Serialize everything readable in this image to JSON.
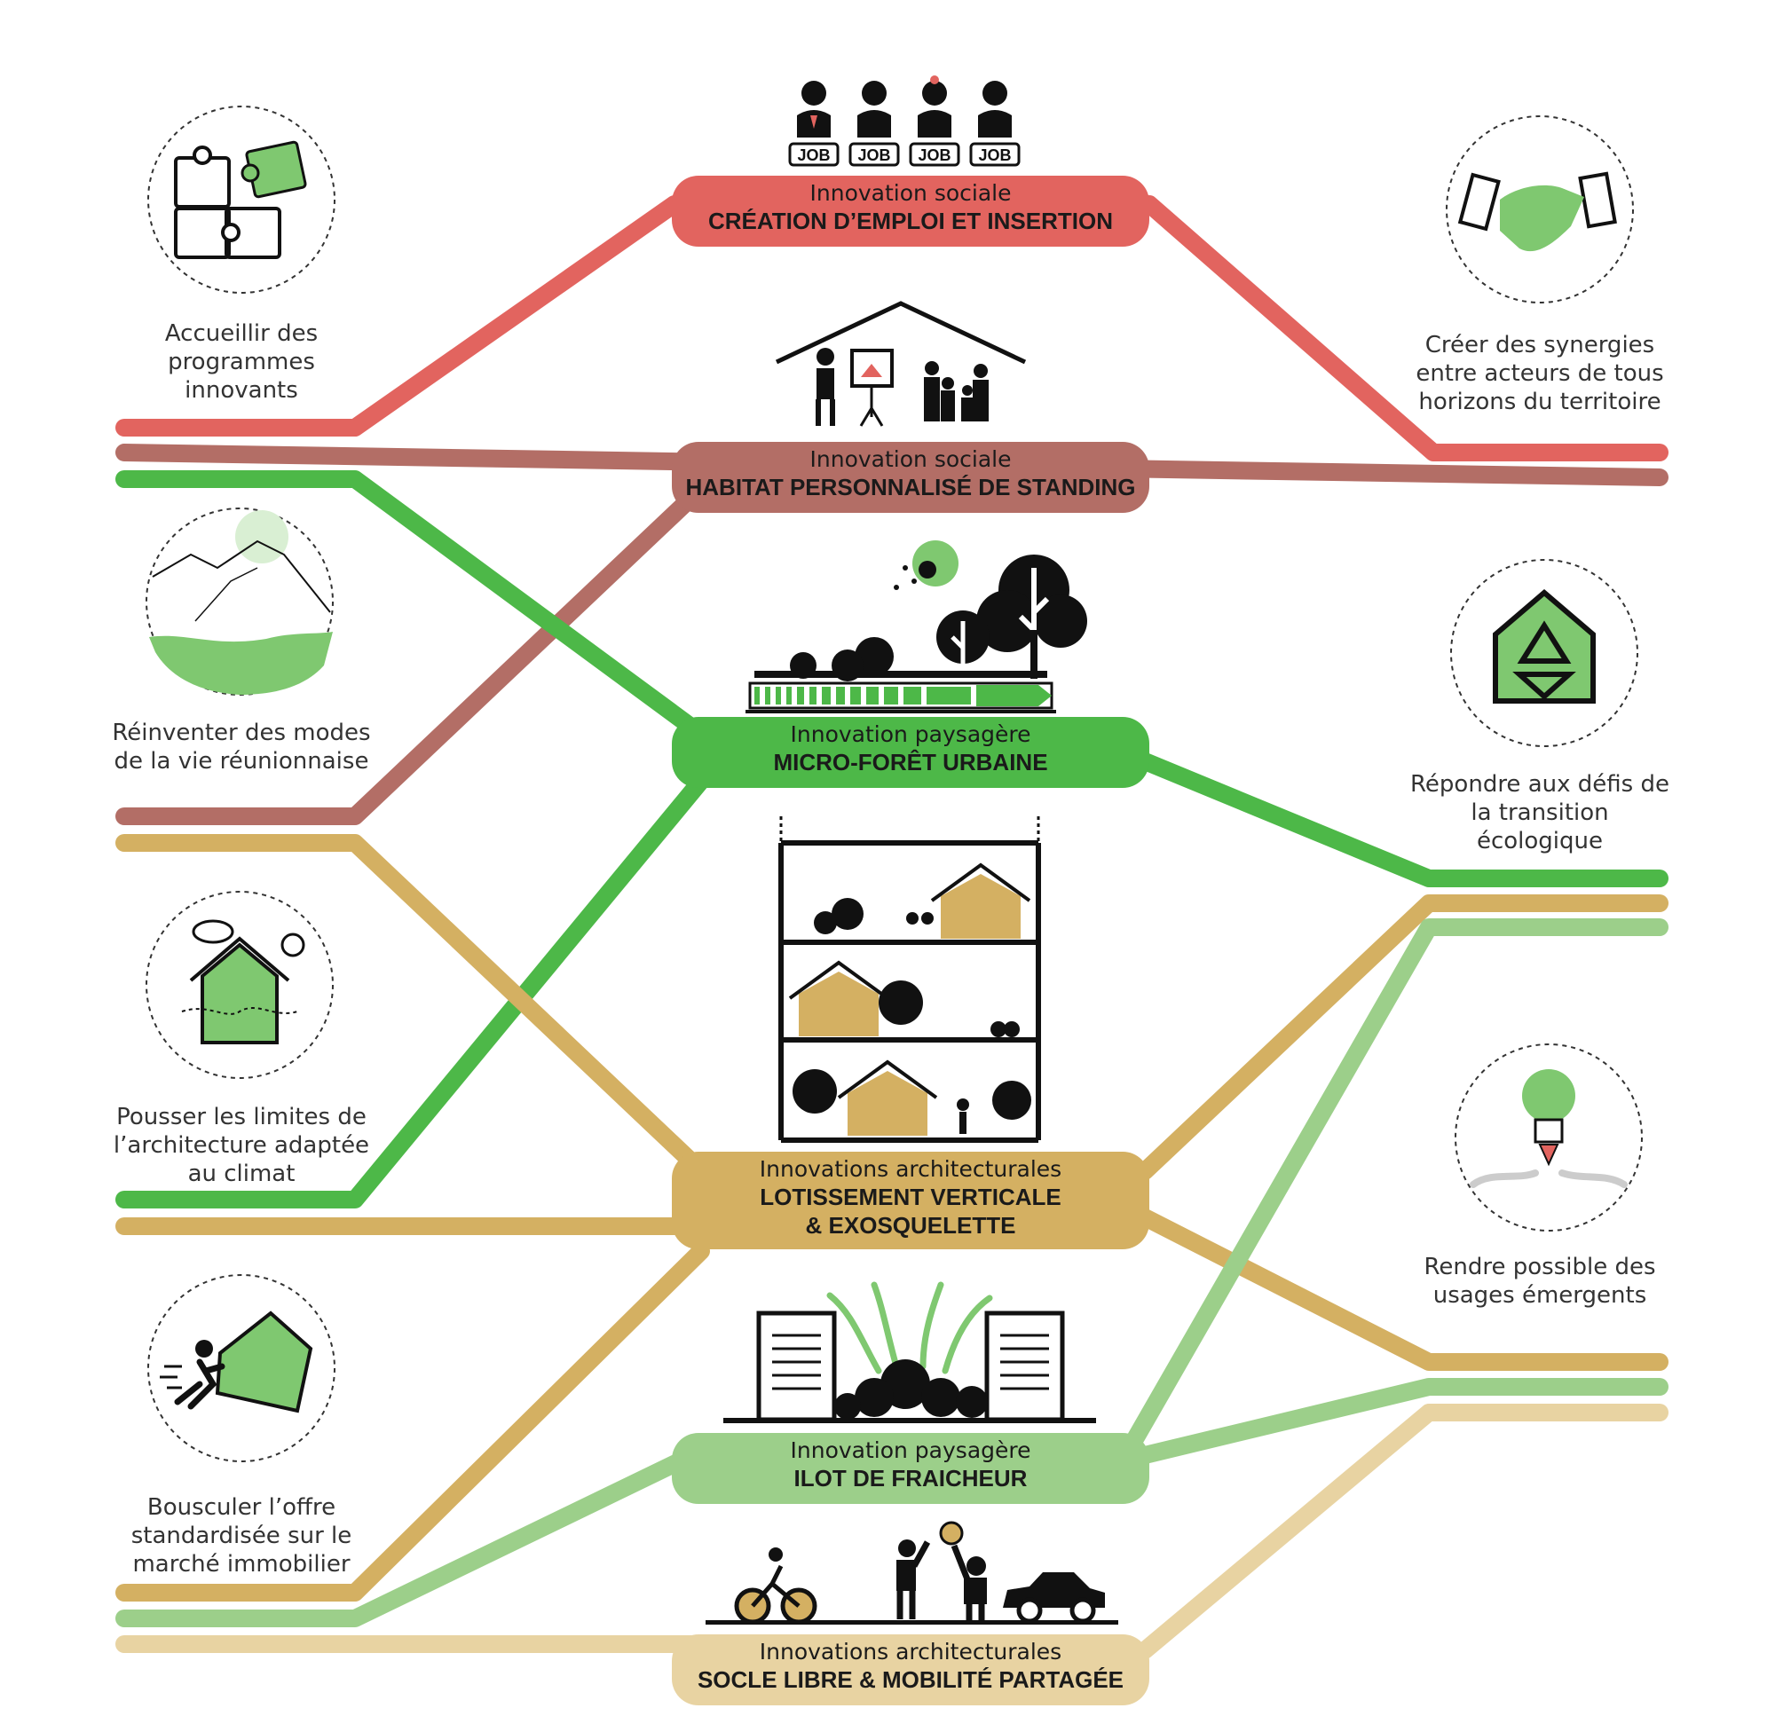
{
  "colors": {
    "emploi": "#e2645f",
    "habitat": "#b36e66",
    "foret": "#4db848",
    "lotissement": "#d4b062",
    "ilot": "#9ccf8a",
    "socle": "#e8d3a2",
    "icon_green": "#7fc870",
    "ink": "#111111"
  },
  "innovations": [
    {
      "key": "emploi",
      "category": "Innovation sociale",
      "title": "CRÉATION D’EMPLOI ET INSERTION",
      "color_key": "emploi"
    },
    {
      "key": "habitat",
      "category": "Innovation sociale",
      "title": "HABITAT PERSONNALISÉ DE STANDING",
      "color_key": "habitat"
    },
    {
      "key": "foret",
      "category": "Innovation paysagère",
      "title": "MICRO-FORÊT URBAINE",
      "color_key": "foret"
    },
    {
      "key": "lotissement",
      "category": "Innovations architecturales",
      "title": "LOTISSEMENT VERTICALE\n& EXOSQUELETTE",
      "color_key": "lotissement"
    },
    {
      "key": "ilot",
      "category": "Innovation paysagère",
      "title": "ILOT DE FRAICHEUR",
      "color_key": "ilot"
    },
    {
      "key": "socle",
      "category": "Innovations architecturales",
      "title": "SOCLE LIBRE & MOBILITÉ PARTAGÉE",
      "color_key": "socle"
    }
  ],
  "job_badges": [
    "JOB",
    "JOB",
    "JOB",
    "JOB"
  ],
  "left_goals": [
    {
      "text": "Accueillir des programmes innovants",
      "icon": "puzzle-icon"
    },
    {
      "text": "Réinventer des modes de la vie réunionnaise",
      "icon": "mountain-landscape-icon"
    },
    {
      "text": "Pousser les limites de l’architecture adaptée au climat",
      "icon": "climate-house-icon"
    },
    {
      "text": "Bousculer l’offre standardisée sur le marché immobilier",
      "icon": "person-pushing-house-icon"
    }
  ],
  "right_goals": [
    {
      "text": "Créer des synergies entre acteurs de tous horizons du territoire",
      "icon": "handshake-icon"
    },
    {
      "text": "Répondre aux défis de la transition écologique",
      "icon": "recycle-house-icon"
    },
    {
      "text": "Rendre possible des usages émergents",
      "icon": "lightbulb-rocket-icon"
    }
  ]
}
